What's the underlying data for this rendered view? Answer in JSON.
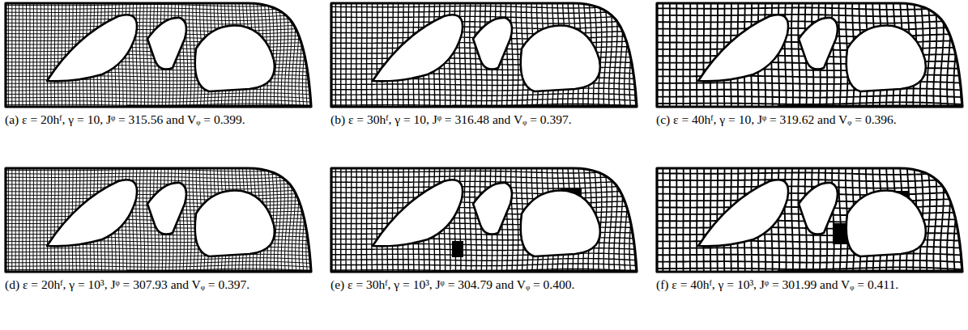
{
  "diagram": {
    "labels": [
      "(a) ε = 20hᶠ, γ = 10, Jᵠ = 315.56 and Vᵩ = 0.399.",
      "(b) ε = 30hᶠ, γ = 10, Jᵠ = 316.48 and Vᵩ = 0.397.",
      "(c) ε = 40hᶠ, γ = 10, Jᵠ = 319.62 and Vᵩ = 0.396.",
      "(d) ε = 20hᶠ, γ = 10³, Jᵠ = 307.93 and Vᵩ = 0.397.",
      "(e) ε = 30hᶠ, γ = 10³, Jᵠ = 304.79 and Vᵩ = 0.400.",
      "(f) ε = 40hᶠ, γ = 10³, Jᵠ = 301.99 and Vᵩ = 0.411."
    ]
  }
}
